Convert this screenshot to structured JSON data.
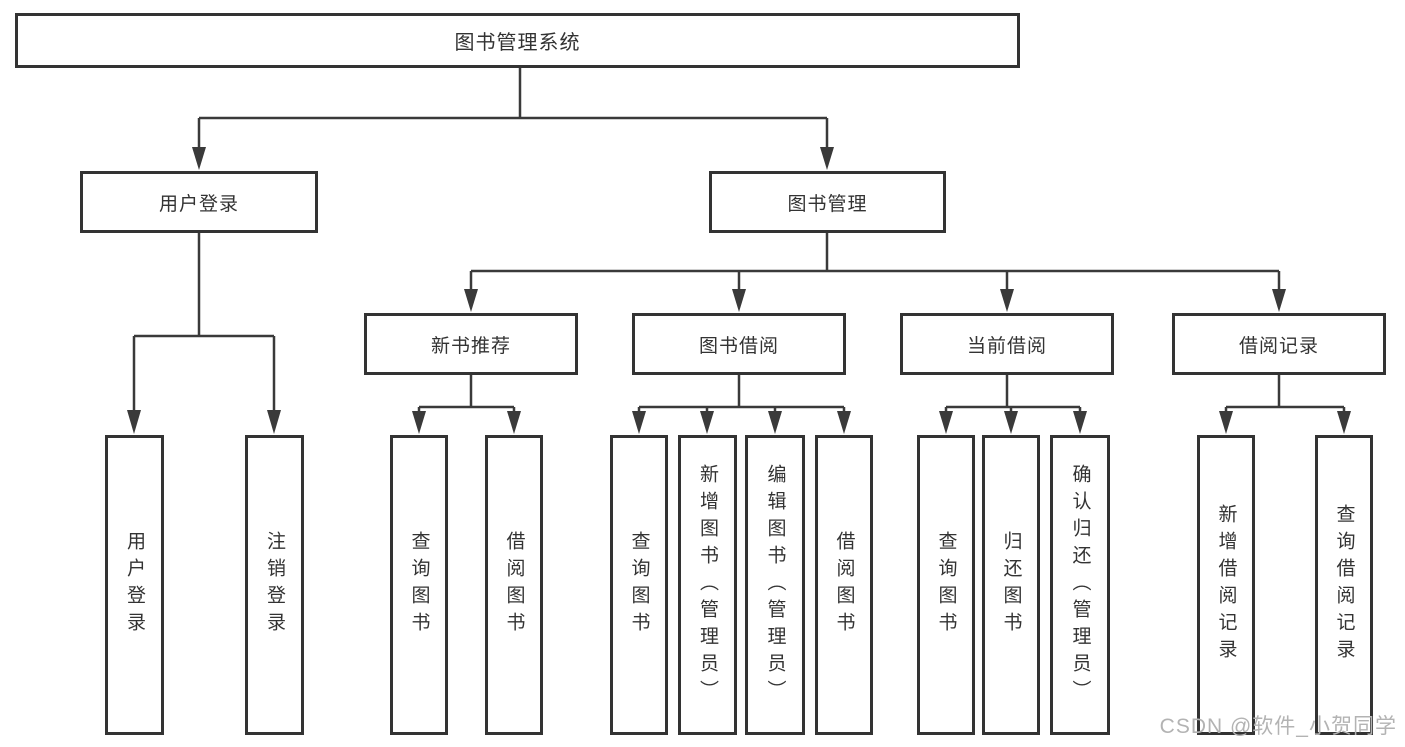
{
  "diagram": {
    "root": {
      "label": "图书管理系统"
    },
    "branches": [
      {
        "label": "用户登录",
        "children": [
          {
            "label": "用户登录"
          },
          {
            "label": "注销登录"
          }
        ]
      },
      {
        "label": "图书管理",
        "children": [
          {
            "label": "新书推荐",
            "children": [
              {
                "label": "查询图书"
              },
              {
                "label": "借阅图书"
              }
            ]
          },
          {
            "label": "图书借阅",
            "children": [
              {
                "label": "查询图书"
              },
              {
                "label": "新增图书（管理员）"
              },
              {
                "label": "编辑图书（管理员）"
              },
              {
                "label": "借阅图书"
              }
            ]
          },
          {
            "label": "当前借阅",
            "children": [
              {
                "label": "查询图书"
              },
              {
                "label": "归还图书"
              },
              {
                "label": "确认归还（管理员）"
              }
            ]
          },
          {
            "label": "借阅记录",
            "children": [
              {
                "label": "新增借阅记录"
              },
              {
                "label": "查询借阅记录"
              }
            ]
          }
        ]
      }
    ]
  },
  "watermark": {
    "text": "CSDN @软件_小贺同学"
  },
  "colors": {
    "line": "#3a3a3a",
    "box_border": "#333333",
    "text": "#333333",
    "watermark": "#b3b3b3",
    "background": "#ffffff"
  }
}
